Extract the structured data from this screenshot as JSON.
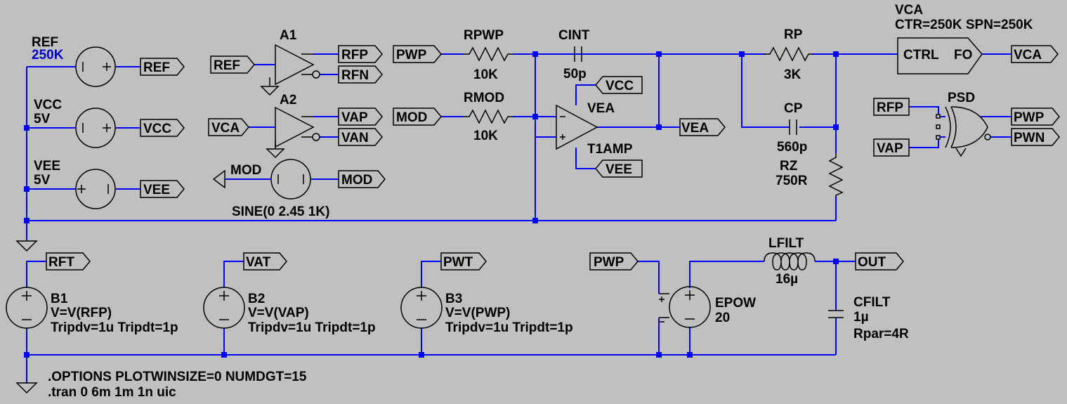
{
  "components": {
    "ref_src": {
      "name": "REF",
      "value": "250K"
    },
    "vcc_src": {
      "name": "VCC",
      "value": "5V"
    },
    "vee_src": {
      "name": "VEE",
      "value": "5V"
    },
    "a1": {
      "name": "A1"
    },
    "a2": {
      "name": "A2"
    },
    "mod_src": {
      "name": "MOD",
      "value": "SINE(0 2.45 1K)"
    },
    "rpwp": {
      "name": "RPWP",
      "value": "10K"
    },
    "rmod": {
      "name": "RMOD",
      "value": "10K"
    },
    "cint": {
      "name": "CINT",
      "value": "50p"
    },
    "opamp": {
      "name": "VEA",
      "model": "T1AMP"
    },
    "rp": {
      "name": "RP",
      "value": "3K"
    },
    "cp": {
      "name": "CP",
      "value": "560p"
    },
    "rz": {
      "name": "RZ",
      "value": "750R"
    },
    "vco": {
      "name": "VCA",
      "params": "CTR=250K SPN=250K",
      "pin_in": "CTRL",
      "pin_out": "FO"
    },
    "psd": {
      "name": "PSD"
    },
    "b1": {
      "name": "B1",
      "expr": "V=V(RFP)",
      "trip": "Tripdv=1u Tripdt=1p"
    },
    "b2": {
      "name": "B2",
      "expr": "V=V(VAP)",
      "trip": "Tripdv=1u Tripdt=1p"
    },
    "b3": {
      "name": "B3",
      "expr": "V=V(PWP)",
      "trip": "Tripdv=1u Tripdt=1p"
    },
    "epow": {
      "name": "EPOW",
      "value": "20"
    },
    "lfilt": {
      "name": "LFILT",
      "value": "16µ"
    },
    "cfilt": {
      "name": "CFILT",
      "value": "1µ",
      "rpar": "Rpar=4R"
    }
  },
  "flags": {
    "ref_out": "REF",
    "vcc_out": "VCC",
    "vee_out": "VEE",
    "a1_in": "REF",
    "a1_p": "RFP",
    "a1_n": "RFN",
    "a2_in": "VCA",
    "a2_p": "VAP",
    "a2_n": "VAN",
    "mod_out": "MOD",
    "mod_gnd": "MOD",
    "pwp_in": "PWP",
    "mod_in": "MOD",
    "opamp_vcc": "VCC",
    "opamp_vee": "VEE",
    "vea_out": "VEA",
    "vca_out": "VCA",
    "psd_in1": "RFP",
    "psd_in2": "VAP",
    "psd_out_p": "PWP",
    "psd_out_n": "PWN",
    "rft": "RFT",
    "vat": "VAT",
    "pwt": "PWT",
    "epow_in": "PWP",
    "out": "OUT"
  },
  "directives": {
    "options": ".OPTIONS PLOTWINSIZE=0 NUMDGT=15",
    "tran": ".tran 0 6m 1m 1n uic"
  },
  "colors": {
    "background": "#c0c0c0",
    "wire": "#0000ff",
    "symbol": "#000000",
    "attr_value": "#0000c8"
  }
}
